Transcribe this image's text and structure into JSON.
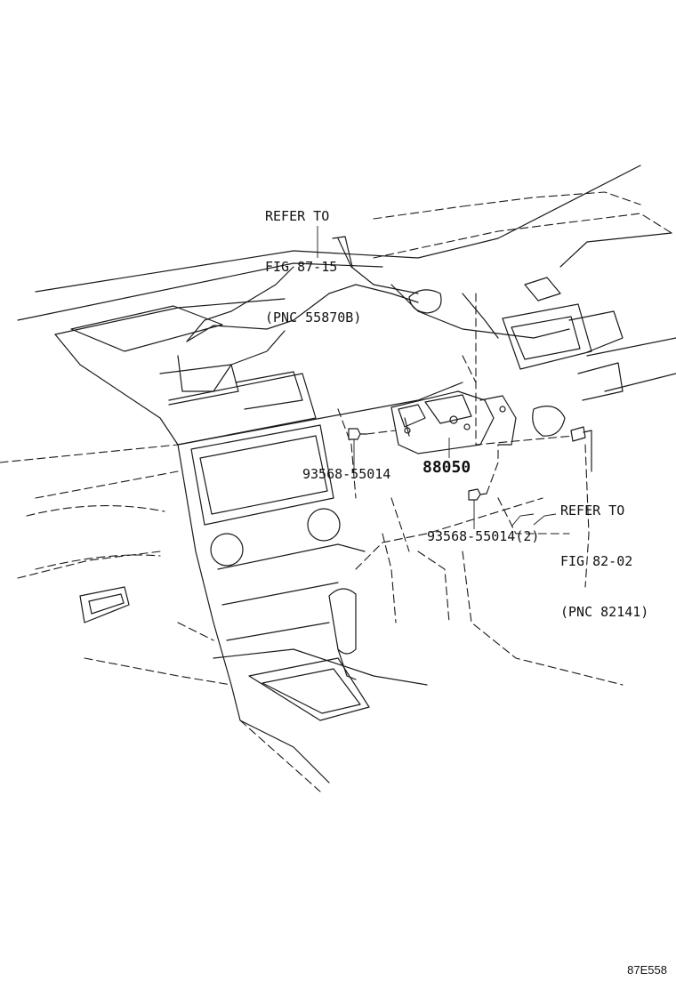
{
  "callouts": {
    "ref_top": {
      "line1": "REFER TO",
      "line2": "FIG 87-15",
      "line3": "(PNC 55870B)"
    },
    "ref_right": {
      "line1": "REFER TO",
      "line2": "FIG 82-02",
      "line3": "(PNC 82141)"
    }
  },
  "parts": {
    "bolt_left": "93568-55014",
    "module": "88050",
    "bolt_right": "93568-55014(2)"
  },
  "figure_code": "87E558"
}
